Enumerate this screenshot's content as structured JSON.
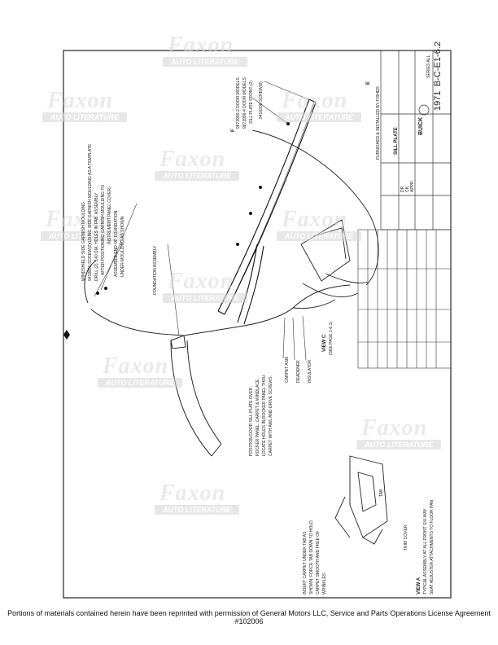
{
  "watermark": {
    "brand": "Faxon",
    "tagline": "AUTO LITERATURE"
  },
  "drawing": {
    "callouts": {
      "windshield_moulding": "WINDSHIELD SIDE GARNISH MOULDING",
      "screw_note_1": "9418801-SCREW(2)(USING SIDE GARNISH MOULDING AS A TEMPLATE",
      "screw_note_2": "DRILL (2) .140 DIA. HOLES IN FAB. ASSEMBLY",
      "screw_note_3": "AFTER POSITIONING GARNISH MOULDING TO",
      "screw_note_4": "INSTRUMENT PANEL COVER)",
      "sill_plate_2door": "9873990-2 DOOR MODELS",
      "sill_plate_4door": "9873996-4 DOOR MODELS",
      "sill_plate_front": "SILL PLATE FRONT (2)",
      "screw_8": "9416206-SCREW(8)",
      "furnished": "FURNISHED & INSTALLED BY FISHER",
      "assemble_1": "ASSEMBLE END OF FOUNDATION",
      "assemble_2": "UNDER MOULDING AS SHOWN",
      "foundation": "FOUNDATION ASSEMBLY",
      "carpet_asm": "CARPET ASM",
      "deadener": "DEADENER",
      "insulator": "INSULATOR",
      "view_c": "VIEW C",
      "see_page": "(SEE PAGE 1-6.1)",
      "position_1": "POSITION DOOR SILL PLATE OVER",
      "position_2": "ROCKER PANEL, CARPET & WINDLACE.",
      "position_3": "LOCATE HOLES IN ROCKER PANEL THRU",
      "position_4": "CARPET WITH AWL AND DRIVE SCREWS.",
      "tab": "TAB",
      "trim_cover": "TRIM COVER",
      "insert_1": "INSERT CARPET UNDER TAB AS",
      "insert_2": "SHOWN, FORCE TAB DOWN TO HOLD",
      "insert_3": "CARPET SMOOTH AND FREE OF",
      "insert_4": "WRINKLES",
      "view_a": "VIEW A",
      "typical_1": "TYPICAL ASSEMBLY AT ALL FRONT SIX-WAY",
      "typical_2": "SEAT ADJUSTER ATTACHMENTS TO FLOOR PAN",
      "badge_f": "F",
      "badge_e": "E"
    },
    "title_block": {
      "title": "SILL PLATE",
      "make": "BUICK",
      "series": "SERIES ALL",
      "year": "1971",
      "sheet": "B-C-E",
      "page": "1-6.2",
      "drawn_label": "DR.",
      "checked_label": "CK.",
      "approved_label": "APPR."
    }
  },
  "footer": {
    "text": "Portions of materials contained herein have been reprinted with permission of General Motors LLC, Service and Parts Operations License Agreement #102006"
  }
}
